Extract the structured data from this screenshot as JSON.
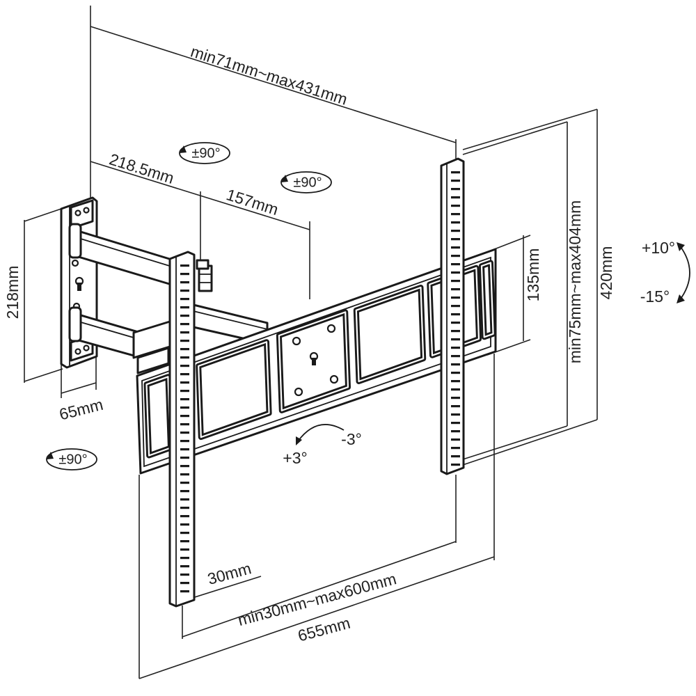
{
  "diagram": {
    "line_color": "#1a1a1a"
  },
  "dimensions": {
    "arm_extension": "min71mm~max431mm",
    "arm_inner_length": "218.5mm",
    "arm_outer_length": "157mm",
    "wall_plate_height": "218mm",
    "wall_plate_width": "65mm",
    "plate_height": "135mm",
    "vertical_hole_spacing": "min75mm~max404mm",
    "rail_length": "420mm",
    "rail_width": "30mm",
    "horizontal_hole_spacing": "min30mm~max600mm",
    "plate_width": "655mm"
  },
  "swivel": [
    "±90°",
    "±90°",
    "±90°"
  ],
  "tilt": {
    "up": "+10°",
    "down": "-15°"
  },
  "level_adjust": {
    "plus": "+3°",
    "minus": "-3°"
  }
}
